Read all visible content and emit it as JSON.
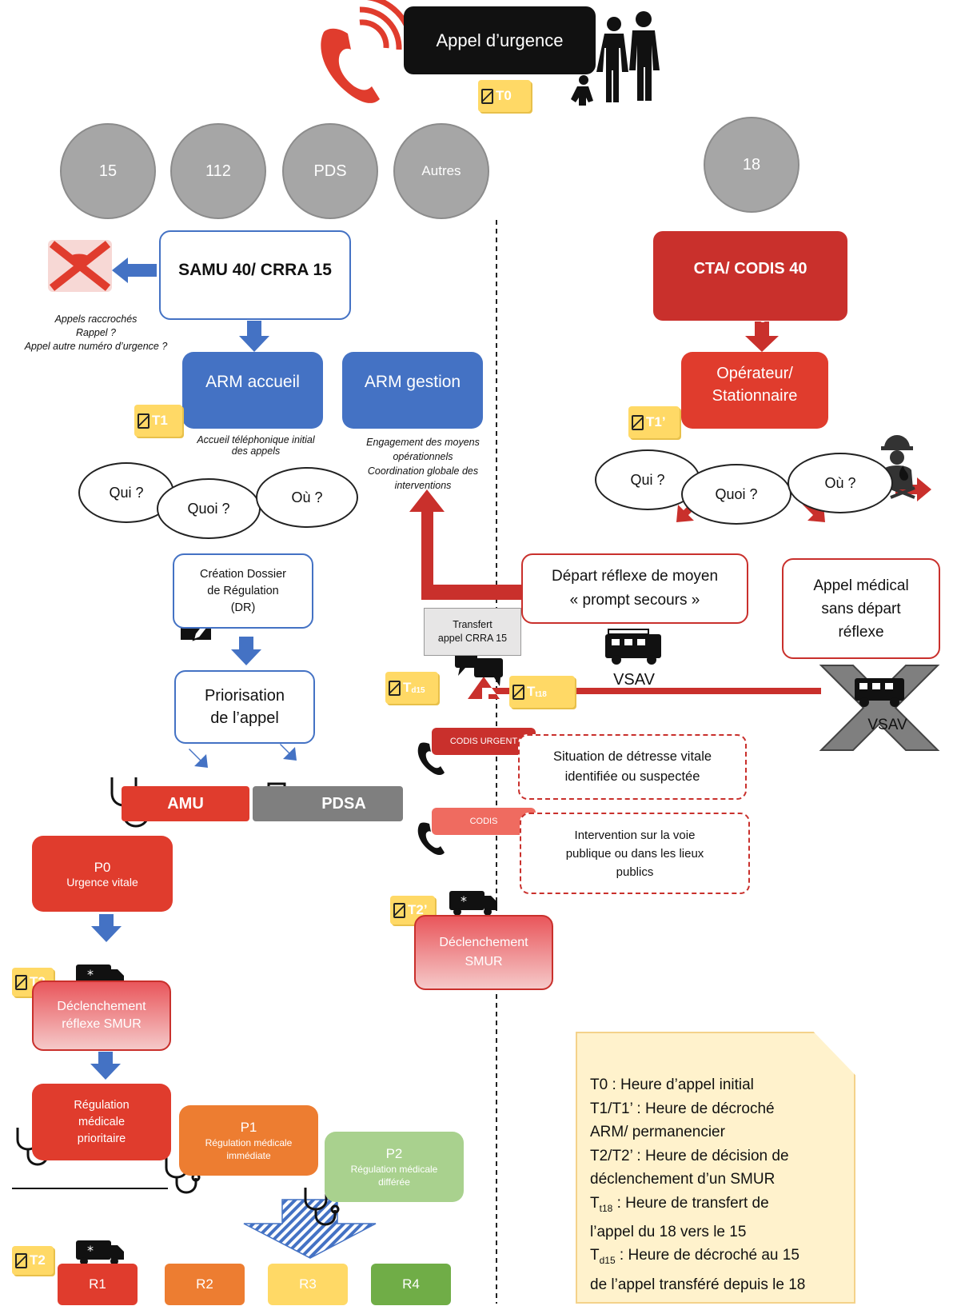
{
  "top": {
    "call": "Appel d’urgence",
    "t0": "T0"
  },
  "numbers": [
    "15",
    "112",
    "PDS",
    "Autres",
    "18"
  ],
  "samu": {
    "title": "SAMU 40/ CRRA 15",
    "hangup": [
      "Appels raccrochés",
      "Rappel ?",
      "Appel autre numéro d’urgence ?"
    ],
    "arm_accueil": "ARM accueil",
    "arm_gestion": "ARM gestion",
    "t1": "T1",
    "accueil_desc": [
      "Accueil téléphonique initial",
      "des appels"
    ],
    "gestion_desc": [
      "Engagement des moyens",
      "opérationnels",
      "Coordination globale des",
      "interventions"
    ],
    "clouds": [
      "Qui ?",
      "Quoi ?",
      "Où ?"
    ],
    "dossier": [
      "Création Dossier",
      "de Régulation",
      "(DR)"
    ],
    "priorisation": [
      "Priorisation",
      "de l’appel"
    ],
    "amu": "AMU",
    "pdsa": "PDSA",
    "p0": "P0",
    "p0_sub": "Urgence vitale",
    "t2": "T2",
    "declenchement_reflexe": [
      "Déclenchement",
      "réflexe SMUR"
    ],
    "regulation_prioritaire": [
      "Régulation",
      "médicale",
      "prioritaire"
    ],
    "p1": "P1",
    "p1_sub": [
      "Régulation médicale",
      "immédiate"
    ],
    "p2": "P2",
    "p2_sub": [
      "Régulation médicale",
      "différée"
    ],
    "r": [
      "R1",
      "R2",
      "R3",
      "R4"
    ]
  },
  "codis": {
    "title": "CTA/ CODIS 40",
    "operateur": [
      "Opérateur/",
      "Stationnaire"
    ],
    "t1p": "T1’",
    "clouds": [
      "Qui ?",
      "Quoi ?",
      "Où ?"
    ],
    "depart": [
      "Départ réflexe de moyen",
      "« prompt secours »"
    ],
    "vsav": "VSAV",
    "appel_medical": [
      "Appel médical",
      "sans départ",
      "réflexe"
    ],
    "vsav_crossed": "VSAV",
    "transfert": [
      "Transfert",
      "appel CRRA 15"
    ],
    "td15_t": "T",
    "td15_sub": "d15",
    "tt18_t": "T",
    "tt18_sub": "t18",
    "codis_urgent": "CODIS URGENT",
    "situation": [
      "Situation de détresse vitale",
      "identifiée ou suspectée"
    ],
    "codis": "CODIS",
    "intervention": [
      "Intervention sur la voie",
      "publique ou dans les lieux",
      "publics"
    ],
    "t2p": "T2’",
    "declenchement": [
      "Déclenchement",
      "SMUR"
    ]
  },
  "legend": [
    {
      "t": "T0 : Heure d’appel initial"
    },
    {
      "t": "T1/T1’ : Heure de décroché"
    },
    {
      "t": "ARM/ permanencier"
    },
    {
      "t": "T2/T2’ : Heure de décision de"
    },
    {
      "t": "déclenchement d’un SMUR"
    },
    {
      "t": "T",
      "sub": "t18",
      "rest": " : Heure de transfert de"
    },
    {
      "t": "l’appel du 18 vers le 15"
    },
    {
      "t": "T",
      "sub": "d15",
      "rest": " : Heure de décroché au 15"
    },
    {
      "t": "de l’appel transféré depuis le 18"
    }
  ],
  "colors": {
    "blue": "#4472c4",
    "red": "#e03c2d",
    "dark_red": "#c9302c",
    "grey": "#a6a6a6",
    "yellow": "#ffd966",
    "orange": "#ed7d31",
    "green_light": "#a9d18e",
    "green": "#70ad47"
  }
}
